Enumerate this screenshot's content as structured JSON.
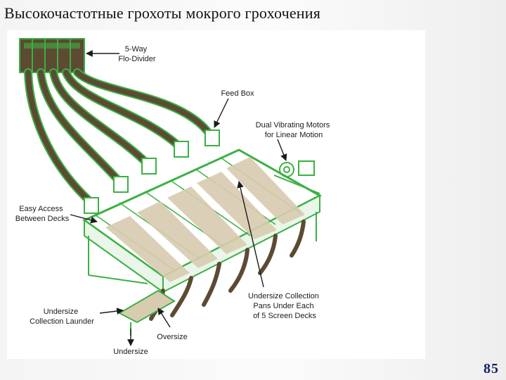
{
  "slide": {
    "title": "Высокочастотные грохоты мокрого грохочения",
    "page_number": "85"
  },
  "diagram": {
    "labels": {
      "divider": [
        "5-Way",
        "Flo-Divider"
      ],
      "feed_box": [
        "Feed Box"
      ],
      "motors": [
        "Dual Vibrating Motors",
        "for Linear Motion"
      ],
      "easy_access": [
        "Easy Access",
        "Between Decks"
      ],
      "undersize_pans": [
        "Undersize Collection",
        "Pans Under Each",
        "of 5 Screen Decks"
      ],
      "launder": [
        "Undersize",
        "Collection Launder"
      ],
      "oversize": [
        "Oversize"
      ],
      "undersize": [
        "Undersize"
      ]
    },
    "colors": {
      "frame": "#3cb043",
      "slurry": "#5c4a33",
      "tray": "#d8ccb0",
      "label_text": "#1b1b1b",
      "arrow": "#1b1b1b"
    }
  }
}
